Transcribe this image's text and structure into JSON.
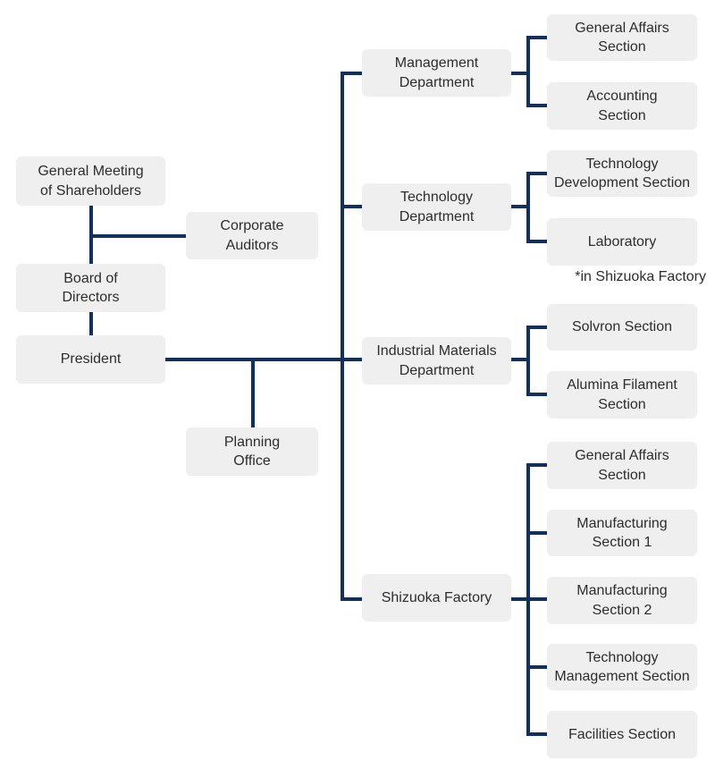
{
  "diagram": {
    "type": "org-chart",
    "colors": {
      "line": "#13305C",
      "box_bg": "#EFEFEF",
      "text": "#2D2D2D"
    },
    "nodes": {
      "general_meeting": "General Meeting\nof Shareholders",
      "corporate_auditors": "Corporate\nAuditors",
      "board_of_directors": "Board of\nDirectors",
      "president": "President",
      "planning_office": "Planning\nOffice",
      "management_department": "Management\nDepartment",
      "general_affairs_section_hq": "General Affairs\nSection",
      "accounting_section": "Accounting\nSection",
      "technology_department": "Technology\nDepartment",
      "technology_development_section": "Technology\nDevelopment Section",
      "laboratory": "Laboratory",
      "laboratory_note": "*in Shizuoka Factory",
      "industrial_materials_department": "Industrial Materials\nDepartment",
      "solvron_section": "Solvron Section",
      "alumina_filament_section": "Alumina Filament\nSection",
      "shizuoka_factory": "Shizuoka Factory",
      "general_affairs_section_factory": "General Affairs\nSection",
      "manufacturing_section_1": "Manufacturing\nSection 1",
      "manufacturing_section_2": "Manufacturing\nSection 2",
      "technology_management_section": "Technology\nManagement Section",
      "facilities_section": "Facilities Section"
    },
    "structure": [
      {
        "parent": "General Meeting of Shareholders",
        "children": [
          "Corporate Auditors",
          "Board of Directors"
        ]
      },
      {
        "parent": "Board of Directors",
        "children": [
          "President"
        ]
      },
      {
        "parent": "President",
        "children": [
          "Planning Office",
          "Management Department",
          "Technology Department",
          "Industrial Materials Department",
          "Shizuoka Factory"
        ]
      },
      {
        "parent": "Management Department",
        "children": [
          "General Affairs Section",
          "Accounting Section"
        ]
      },
      {
        "parent": "Technology Department",
        "children": [
          "Technology Development Section",
          "Laboratory"
        ]
      },
      {
        "parent": "Industrial Materials Department",
        "children": [
          "Solvron Section",
          "Alumina Filament Section"
        ]
      },
      {
        "parent": "Shizuoka Factory",
        "children": [
          "General Affairs Section",
          "Manufacturing Section 1",
          "Manufacturing Section 2",
          "Technology Management Section",
          "Facilities Section"
        ]
      }
    ]
  }
}
